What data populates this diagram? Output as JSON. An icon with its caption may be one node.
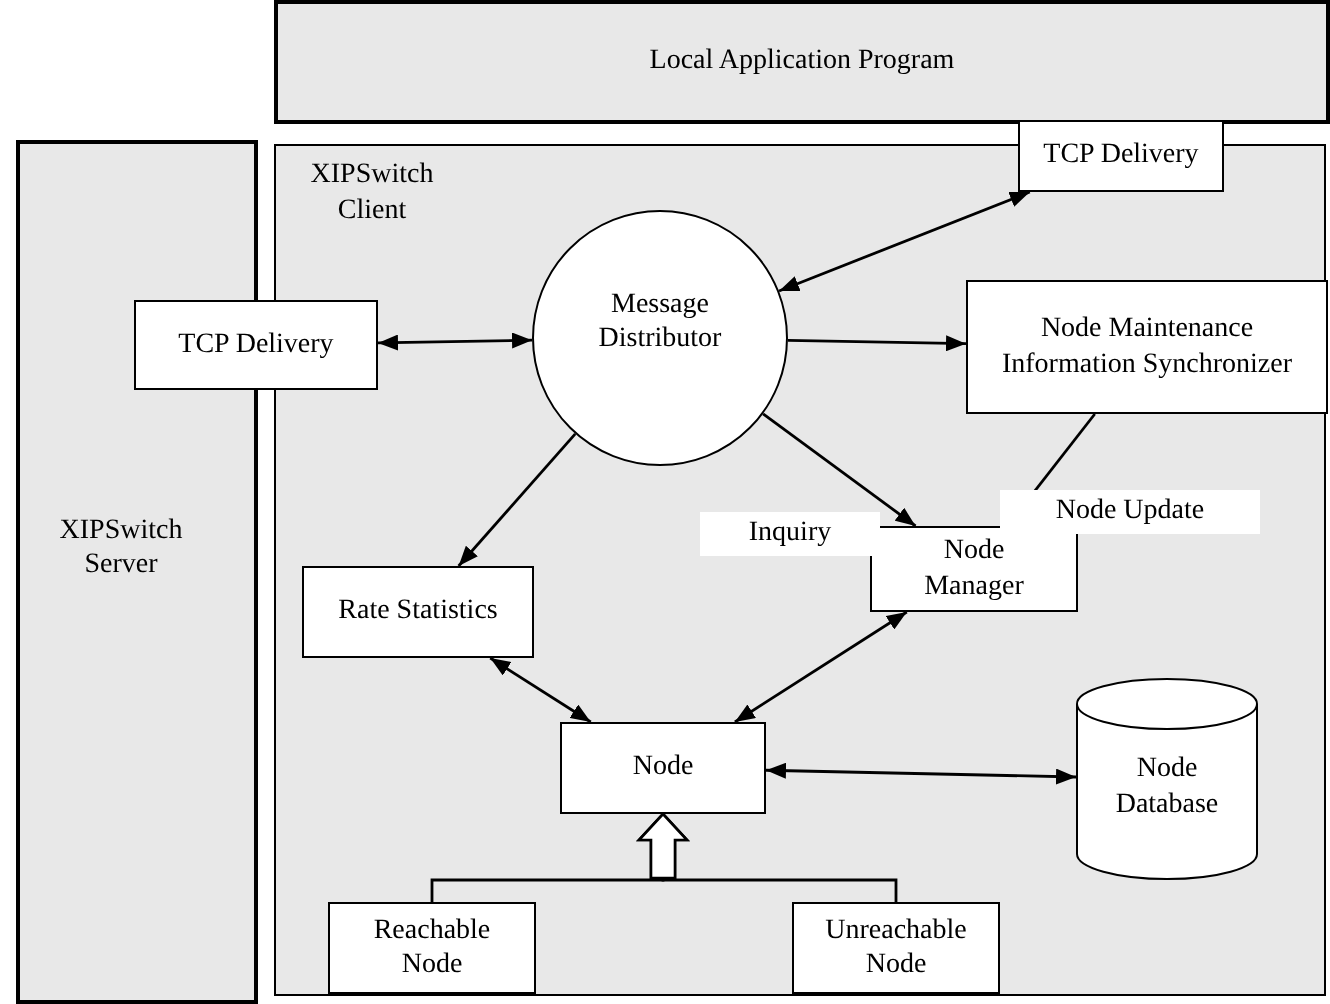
{
  "diagram": {
    "nodes": [
      {
        "text": [
          "Local Application Program"
        ]
      },
      {
        "text": [
          "XIPSwitch Server"
        ]
      },
      {
        "text": [
          "XIPSwitch Client"
        ]
      },
      {
        "text": [
          "TCP Delivery"
        ]
      },
      {
        "text": [
          "TCP Delivery"
        ]
      },
      {
        "text": [
          "Message Distributor"
        ],
        "in": 2
      },
      {
        "text": [
          "Node Maintenance Information Synchronizer"
        ],
        "in": 2
      },
      {
        "text": [
          "Rate Statistics"
        ],
        "in": 2
      },
      {
        "text": [
          "Node Manager"
        ],
        "in": 2
      },
      {
        "text": [
          "Node"
        ],
        "in": 2
      },
      {
        "text": [
          "Node Database"
        ],
        "in": 2
      },
      {
        "text": [
          "Reachable Node"
        ],
        "in": 2
      },
      {
        "text": [
          "Unreachable Node"
        ],
        "in": 2
      }
    ],
    "edges": [
      {
        "from": 3,
        "to": 5,
        "arrow": "both"
      },
      {
        "from": 4,
        "to": 5,
        "arrow": "both"
      },
      {
        "from": 5,
        "to": 6,
        "arrow": "to"
      },
      {
        "from": 5,
        "to": 7,
        "arrow": "to"
      },
      {
        "from": 5,
        "to": 8,
        "arrow": "to",
        "label": "Inquiry"
      },
      {
        "from": 6,
        "to": 8,
        "arrow": "to",
        "label": "Node Update"
      },
      {
        "from": 7,
        "to": 9,
        "arrow": "both"
      },
      {
        "from": 8,
        "to": 9,
        "arrow": "both"
      },
      {
        "from": 9,
        "to": 10,
        "arrow": "both"
      },
      {
        "from": 11,
        "to": 9,
        "arrow": "to"
      },
      {
        "from": 12,
        "to": 9,
        "arrow": "to"
      }
    ]
  }
}
